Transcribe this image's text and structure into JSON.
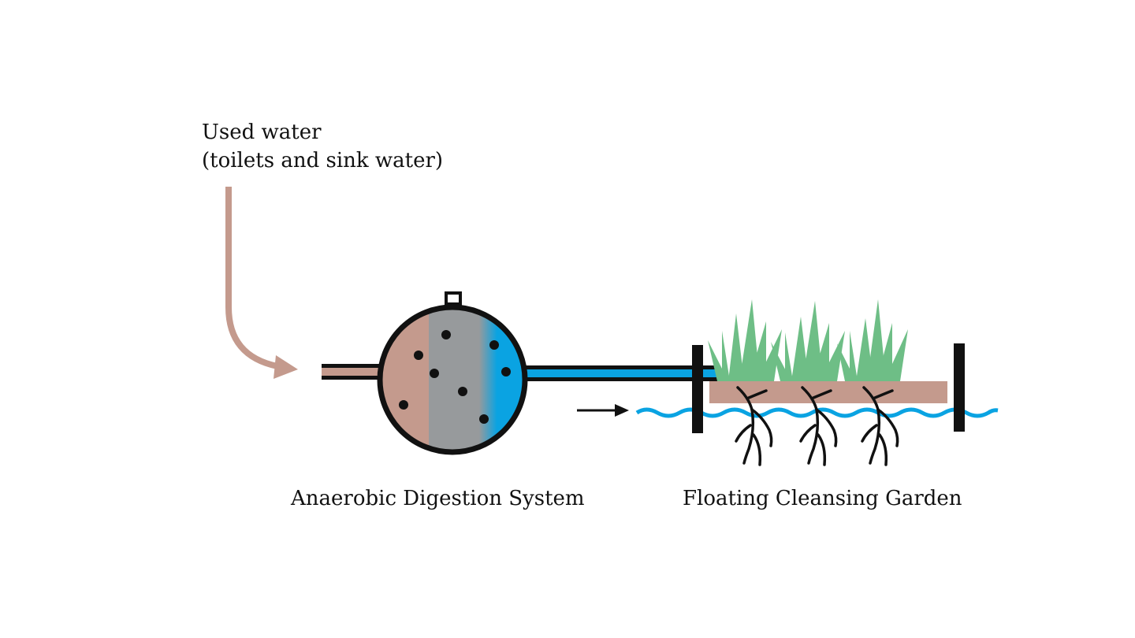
{
  "labels": {
    "input_line1": "Used water",
    "input_line2": "(toilets and sink water)",
    "digester": "Anaerobic Digestion System",
    "garden": "Floating Cleansing Garden"
  },
  "colors": {
    "sludge_brown": "#c49a8d",
    "digester_grey": "#979a9c",
    "water_blue": "#0aa3e2",
    "plant_green": "#6ebe86",
    "outline_black": "#0d0d0d"
  }
}
